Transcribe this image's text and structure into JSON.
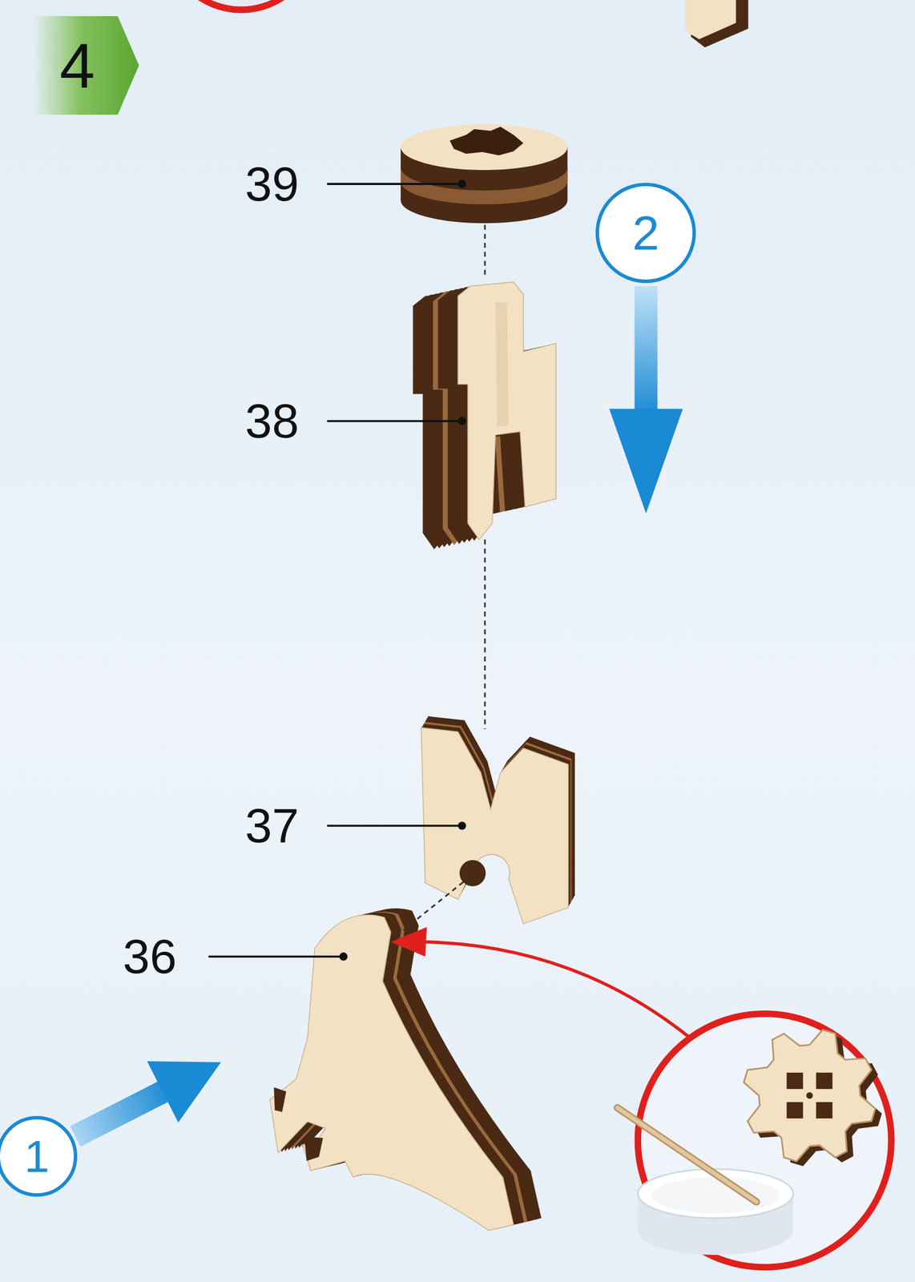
{
  "diagram": {
    "nodes": [
      {
        "text": [
          "4"
        ]
      },
      {
        "text": [
          "2"
        ]
      },
      {
        "text": [
          "1"
        ]
      }
    ],
    "labels": [
      "39",
      "38",
      "37",
      "36"
    ]
  }
}
